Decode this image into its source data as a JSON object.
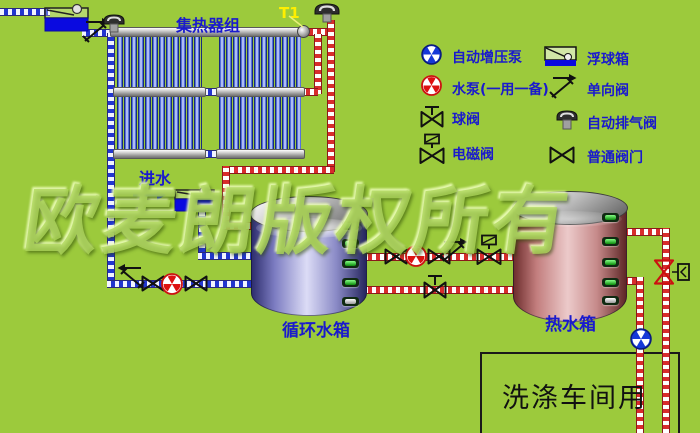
{
  "labels": {
    "collector_group": "集热器组",
    "t1": "T1",
    "water_inlet": "进水",
    "circulation_tank": "循环水箱",
    "hot_water_tank": "热水箱",
    "washing_workshop": "洗涤车间用",
    "watermark": "欧麦朗版权所有"
  },
  "legend": {
    "items": [
      {
        "icon": "booster-pump-icon",
        "label": "自动增压泵"
      },
      {
        "icon": "float-box-icon",
        "label": "浮球箱"
      },
      {
        "icon": "water-pump-icon",
        "label": "水泵(一用一备)"
      },
      {
        "icon": "check-valve-icon",
        "label": "单向阀"
      },
      {
        "icon": "ball-valve-icon",
        "label": "球阀"
      },
      {
        "icon": "auto-exhaust-valve-icon",
        "label": "自动排气阀"
      },
      {
        "icon": "solenoid-valve-icon",
        "label": "电磁阀"
      },
      {
        "icon": "ordinary-valve-icon",
        "label": "普通阀门"
      }
    ]
  },
  "colors": {
    "background": "#9cca3c",
    "label_text": "#1a1acd",
    "hot_pipe": "#d82c2c",
    "cold_pipe": "#2236cf",
    "t1_text": "#ffef00",
    "cold_tank": "#8a8ac6",
    "hot_tank": "#c68a8a"
  }
}
